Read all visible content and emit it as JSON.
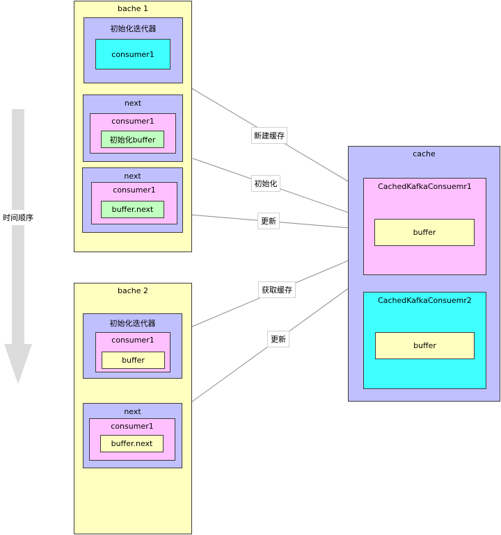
{
  "colors": {
    "batch_fill": "#ffffc0",
    "iter_fill": "#c0c0ff",
    "consumer_fill": "#ffc0ff",
    "consumer_cyan": "#40ffff",
    "buffer_green": "#c0ffc0",
    "buffer_yellow": "#ffffc0",
    "arrow": "#888888",
    "time_arrow": "#dcdcdc"
  },
  "time_axis": {
    "label": "时间顺序"
  },
  "batch1": {
    "title": "bache 1",
    "init": {
      "title": "初始化迭代器",
      "consumer": "consumer1"
    },
    "next1": {
      "title": "next",
      "consumer": "consumer1",
      "buffer": "初始化buffer"
    },
    "next2": {
      "title": "next",
      "consumer": "consumer1",
      "buffer": "buffer.next"
    }
  },
  "batch2": {
    "title": "bache 2",
    "init": {
      "title": "初始化迭代器",
      "consumer": "consumer1",
      "buffer": "buffer"
    },
    "next1": {
      "title": "next",
      "consumer": "consumer1",
      "buffer": "buffer.next"
    }
  },
  "cache": {
    "title": "cache",
    "consumer1": {
      "title": "CachedKafkaConsuemr1",
      "buffer": "buffer"
    },
    "consumer2": {
      "title": "CachedKafkaConsuemr2",
      "buffer": "buffer"
    }
  },
  "edges": [
    {
      "label": "新建缓存"
    },
    {
      "label": "初始化"
    },
    {
      "label": "更新"
    },
    {
      "label": "获取缓存"
    },
    {
      "label": "更新"
    }
  ]
}
